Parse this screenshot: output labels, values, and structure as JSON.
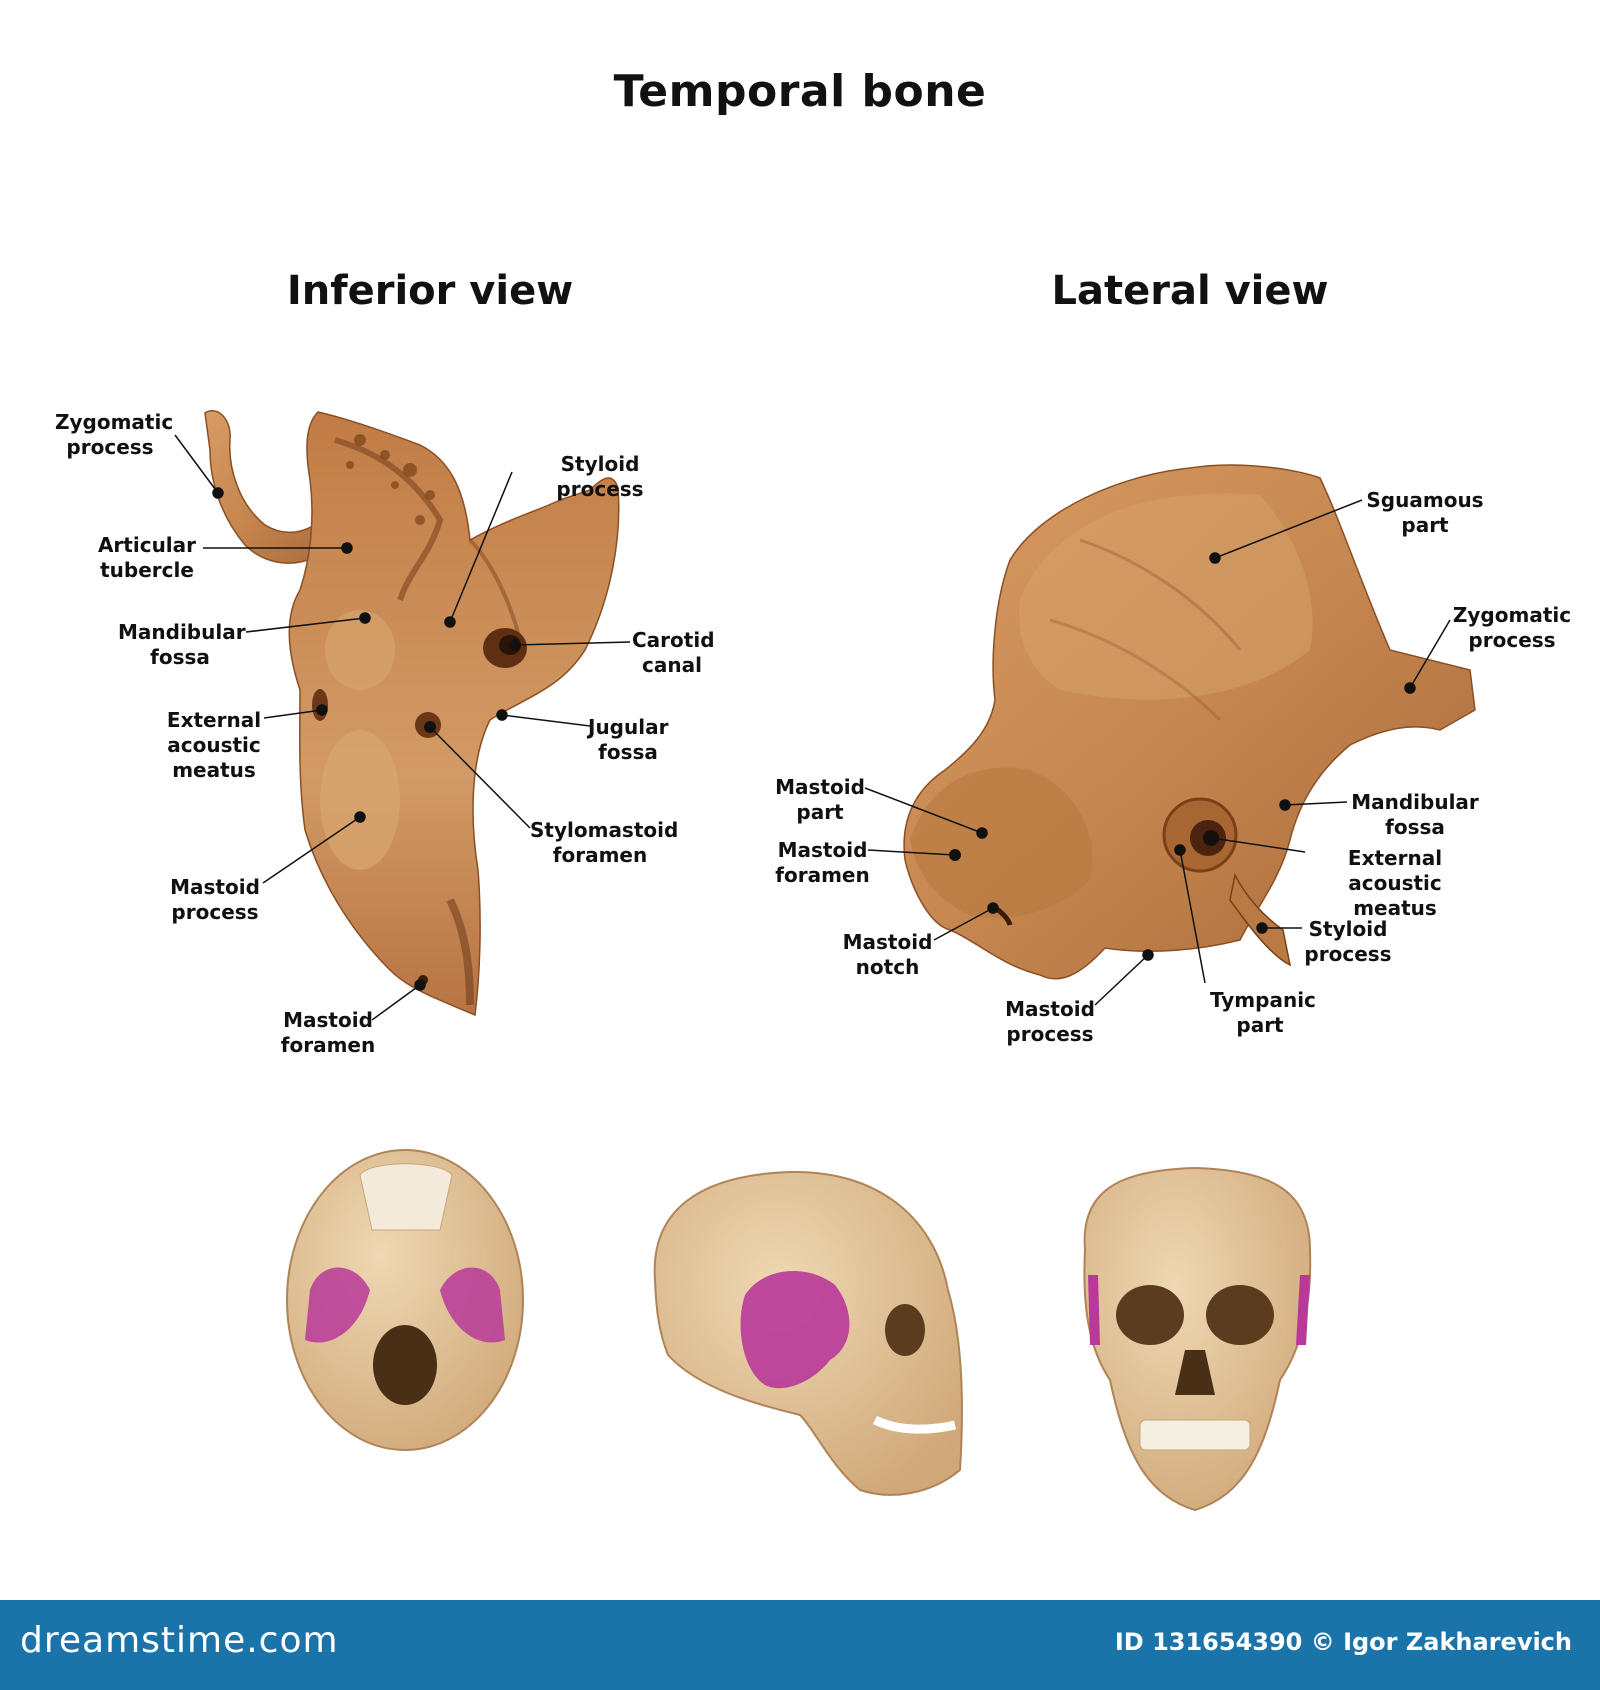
{
  "title": "Temporal bone",
  "views": {
    "inferior": {
      "title": "Inferior view",
      "labels": {
        "zygomatic_process": "Zygomatic\nprocess",
        "articular_tubercle": "Articular\ntubercle",
        "mandibular_fossa": "Mandibular\nfossa",
        "external_acoustic_meatus": "External\nacoustic meatus",
        "mastoid_process": "Mastoid\nprocess",
        "mastoid_foramen": "Mastoid\nforamen",
        "styloid_process": "Styloid process",
        "carotid_canal": "Carotid\ncanal",
        "jugular_fossa": "Jugular\nfossa",
        "stylomastoid_foramen": "Stylomastoid\nforamen"
      }
    },
    "lateral": {
      "title": "Lateral view",
      "labels": {
        "squamous_part": "Sguamous\npart",
        "zygomatic_process": "Zygomatic\nprocess",
        "mastoid_part": "Mastoid\npart",
        "mastoid_foramen": "Mastoid\nforamen",
        "mastoid_notch": "Mastoid\nnotch",
        "mastoid_process": "Mastoid\nprocess",
        "tympanic_part": "Tympanic\npart",
        "mandibular_fossa": "Mandibular\nfossa",
        "external_acoustic_meatus": "External acoustic\nmeatus",
        "styloid_process": "Styloid\nprocess"
      }
    }
  },
  "footer": {
    "brand": "dreamstime.com",
    "credit": "ID 131654390 © Igor Zakharevich"
  },
  "colors": {
    "bone": "#c98a55",
    "bone_dark": "#9a5a2c",
    "skull": "#e2c49a",
    "highlight": "#b8399a",
    "footer": "#1a74a9"
  }
}
